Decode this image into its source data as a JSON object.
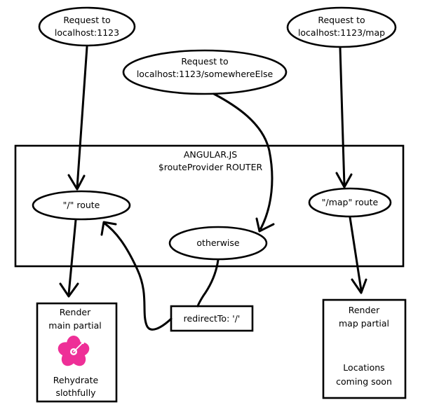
{
  "nodes": {
    "req_root": {
      "line1": "Request to",
      "line2": "localhost:1123"
    },
    "req_map": {
      "line1": "Request to",
      "line2": "localhost:1123/map"
    },
    "req_else": {
      "line1": "Request to",
      "line2": "localhost:1123/somewhereElse"
    },
    "router": {
      "line1": "ANGULAR.JS",
      "line2": "$routeProvider ROUTER"
    },
    "route_root": {
      "label": "\"/\" route"
    },
    "route_map": {
      "label": "\"/map\" route"
    },
    "otherwise": {
      "label": "otherwise"
    },
    "redirect": {
      "label": "redirectTo: '/'"
    },
    "render_main": {
      "line1": "Render",
      "line2": "main partial",
      "line3": "Rehydrate",
      "line4": "slothfully"
    },
    "render_map": {
      "line1": "Render",
      "line2": "map partial",
      "line3": "Locations",
      "line4": "coming soon"
    }
  },
  "edges": [
    {
      "from": "req_root",
      "to": "route_root"
    },
    {
      "from": "req_else",
      "to": "otherwise"
    },
    {
      "from": "req_map",
      "to": "route_map"
    },
    {
      "from": "route_root",
      "to": "render_main"
    },
    {
      "from": "route_map",
      "to": "render_map"
    },
    {
      "from": "otherwise",
      "to": "redirect"
    },
    {
      "from": "redirect",
      "to": "route_root"
    }
  ],
  "icons": {
    "flower": "hibiscus-flower-icon"
  },
  "colors": {
    "flower": "#ee2f97",
    "stroke": "#000000"
  }
}
